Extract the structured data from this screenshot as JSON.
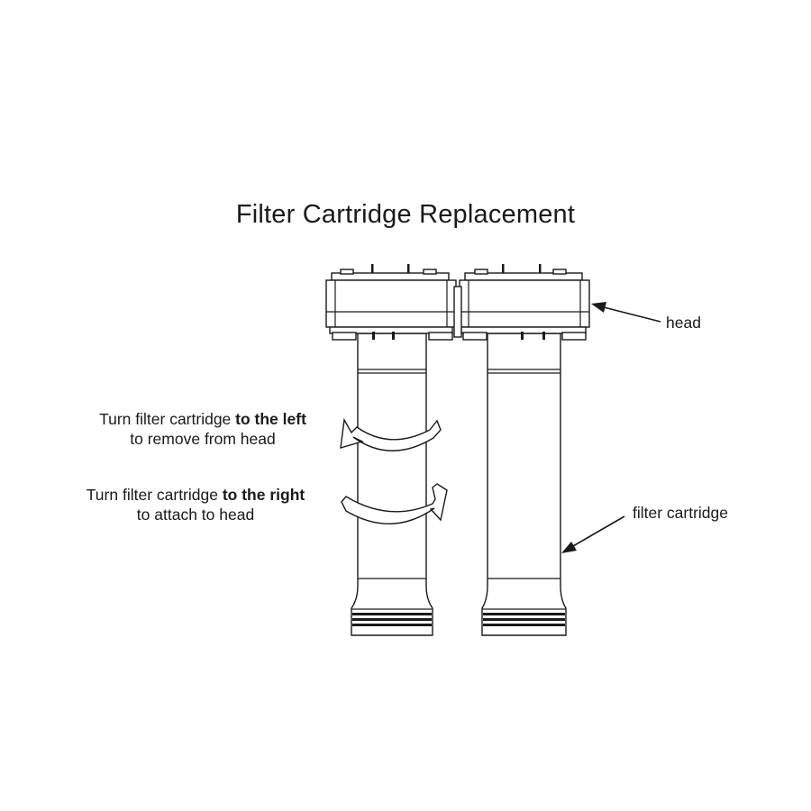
{
  "diagram": {
    "title": "Filter Cartridge Replacement",
    "labels": {
      "head": "head",
      "filter_cartridge": "filter cartridge"
    },
    "instructions": {
      "remove": {
        "prefix": "Turn filter cartridge ",
        "emphasis": "to the left",
        "line2": "to remove from head"
      },
      "attach": {
        "prefix": "Turn filter cartridge ",
        "emphasis": "to the right",
        "line2": "to attach to head"
      }
    },
    "colors": {
      "line": "#1a1a1a",
      "background": "#ffffff"
    }
  }
}
